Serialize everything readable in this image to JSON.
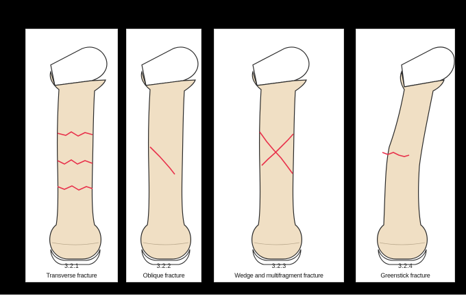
{
  "colors": {
    "background": "#000000",
    "bone_fill": "#f0dfc4",
    "bone_outline": "#2a2a2a",
    "cartilage_fill": "#ffffff",
    "fracture_line": "#e8304a"
  },
  "panels": [
    {
      "code": "3.2.1",
      "caption": "Transverse fracture"
    },
    {
      "code": "3.2.2",
      "caption": "Oblique fracture"
    },
    {
      "code": "3.2.3",
      "caption": "Wedge and multifragment fracture"
    },
    {
      "code": "3.2.4",
      "caption": "Greenstick fracture"
    }
  ]
}
